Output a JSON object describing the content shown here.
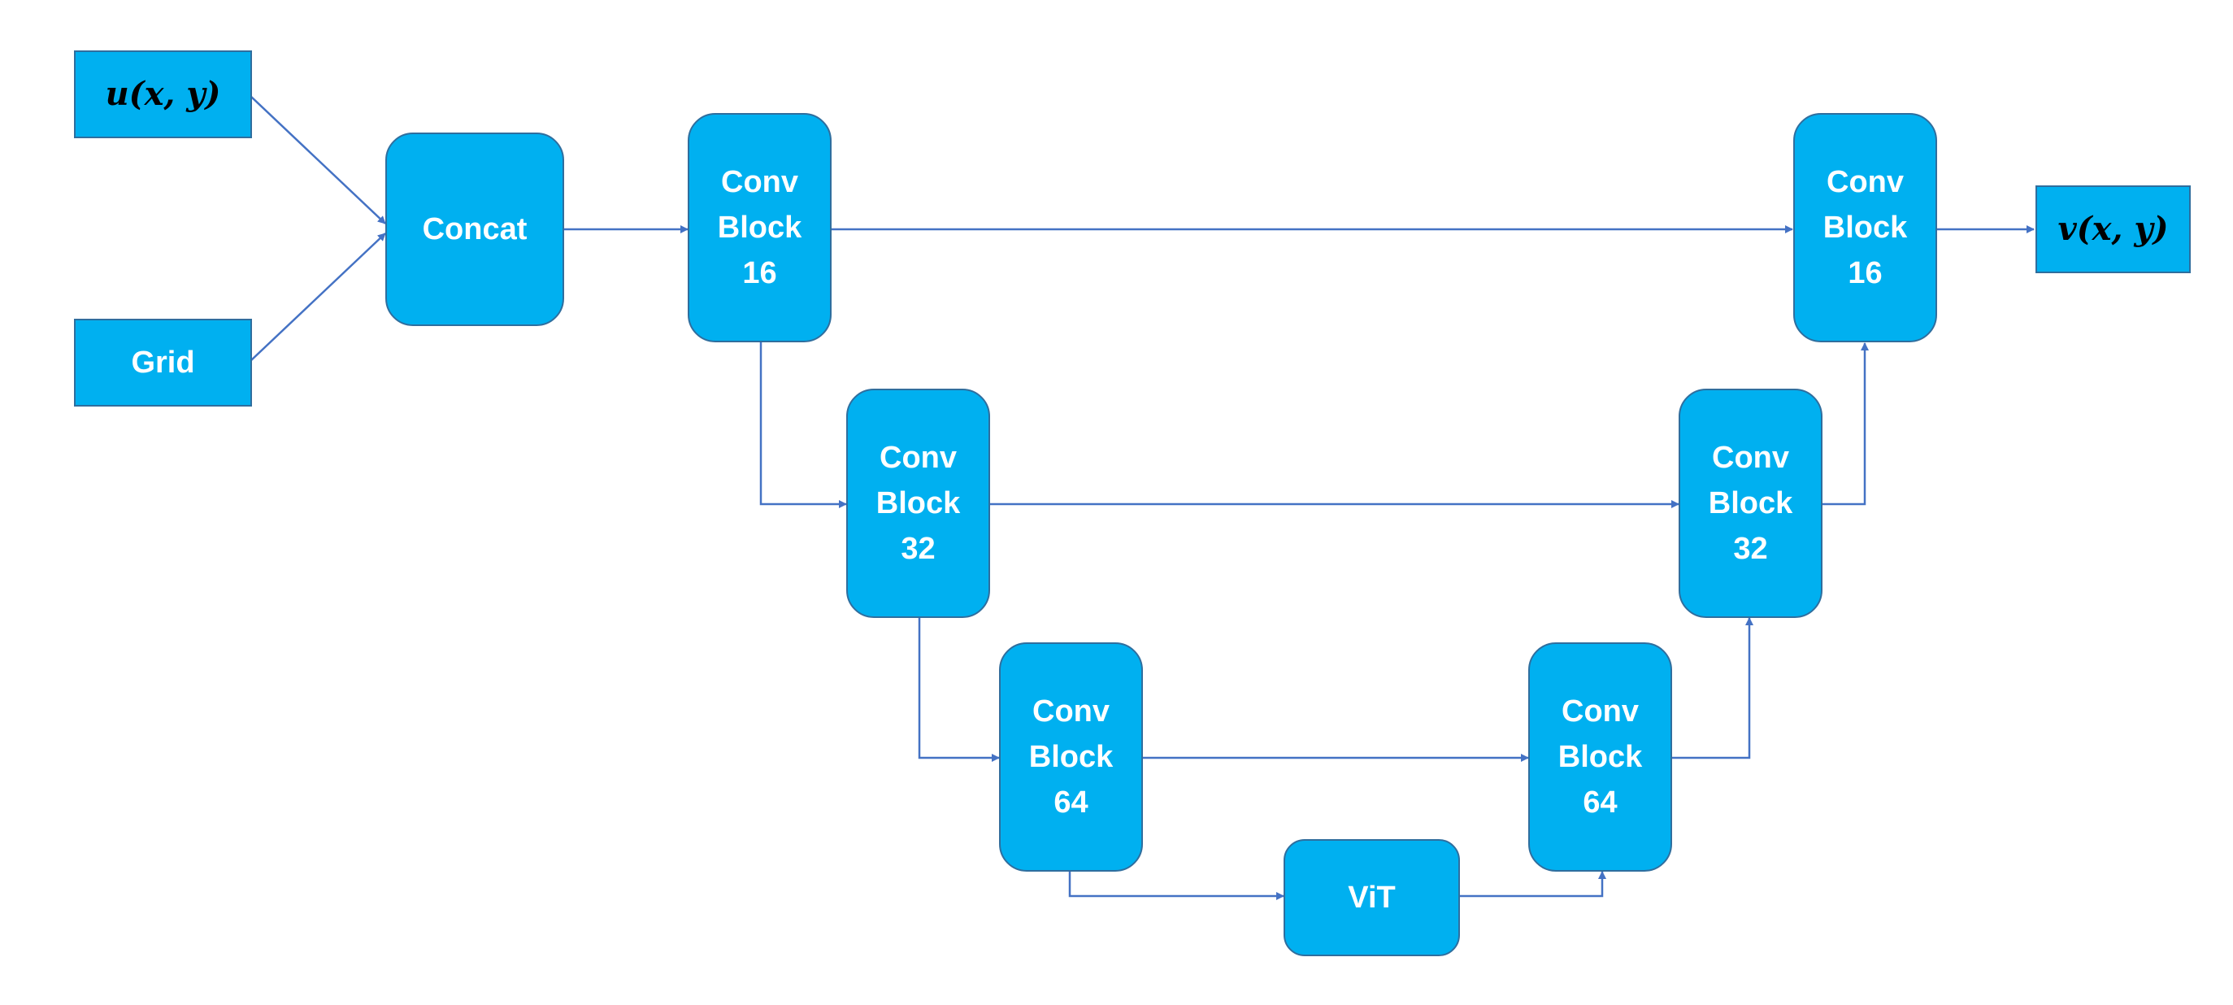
{
  "nodes": {
    "input_u": {
      "text": "u(x, y)"
    },
    "input_grid": {
      "text": "Grid"
    },
    "concat": {
      "text": "Concat"
    },
    "enc16": {
      "lines": [
        "Conv",
        "Block",
        "16"
      ]
    },
    "enc32": {
      "lines": [
        "Conv",
        "Block",
        "32"
      ]
    },
    "enc64": {
      "lines": [
        "Conv",
        "Block",
        "64"
      ]
    },
    "vit": {
      "text": "ViT"
    },
    "dec64": {
      "lines": [
        "Conv",
        "Block",
        "64"
      ]
    },
    "dec32": {
      "lines": [
        "Conv",
        "Block",
        "32"
      ]
    },
    "dec16": {
      "lines": [
        "Conv",
        "Block",
        "16"
      ]
    },
    "output_v": {
      "text": "v(x, y)"
    }
  },
  "colors": {
    "box_fill": "#00b0f0",
    "box_border": "#2f6e9e",
    "arrow": "#4472c4",
    "text": "#ffffff"
  }
}
